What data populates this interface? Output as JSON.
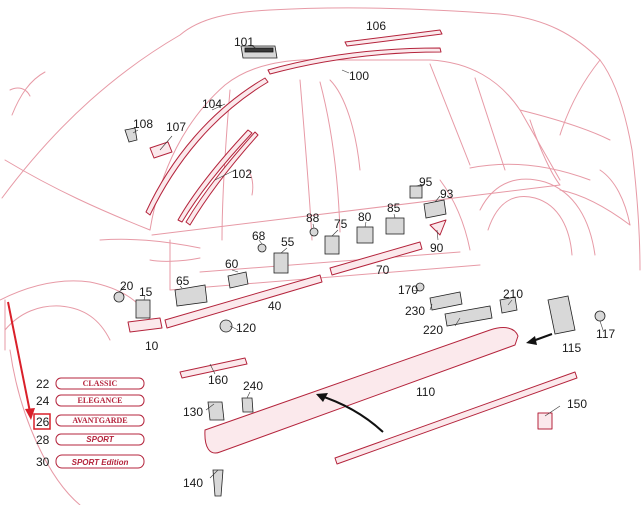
{
  "part_numbers": {
    "p10": "10",
    "p15": "15",
    "p20": "20",
    "p40": "40",
    "p55": "55",
    "p60": "60",
    "p65": "65",
    "p68": "68",
    "p70": "70",
    "p75": "75",
    "p80": "80",
    "p85": "85",
    "p88": "88",
    "p90": "90",
    "p93": "93",
    "p95": "95",
    "p100": "100",
    "p101": "101",
    "p102": "102",
    "p104": "104",
    "p106": "106",
    "p107": "107",
    "p108": "108",
    "p110": "110",
    "p115": "115",
    "p117": "117",
    "p120": "120",
    "p130": "130",
    "p140": "140",
    "p150": "150",
    "p160": "160",
    "p170": "170",
    "p210": "210",
    "p220": "220",
    "p230": "230",
    "p240": "240"
  },
  "variants": [
    {
      "number": "22",
      "label": "CLASSIC",
      "selected": false
    },
    {
      "number": "24",
      "label": "ELEGANCE",
      "selected": false
    },
    {
      "number": "26",
      "label": "AVANTGARDE",
      "selected": true
    },
    {
      "number": "28",
      "label": "SPORT",
      "selected": false
    },
    {
      "number": "30",
      "label": "SPORT Edition",
      "selected": false
    }
  ],
  "colors": {
    "outline": "#e79aa6",
    "part_stroke": "#b4243c",
    "indicator_arrow": "#d9202a",
    "selected_box": "#d9202a"
  }
}
